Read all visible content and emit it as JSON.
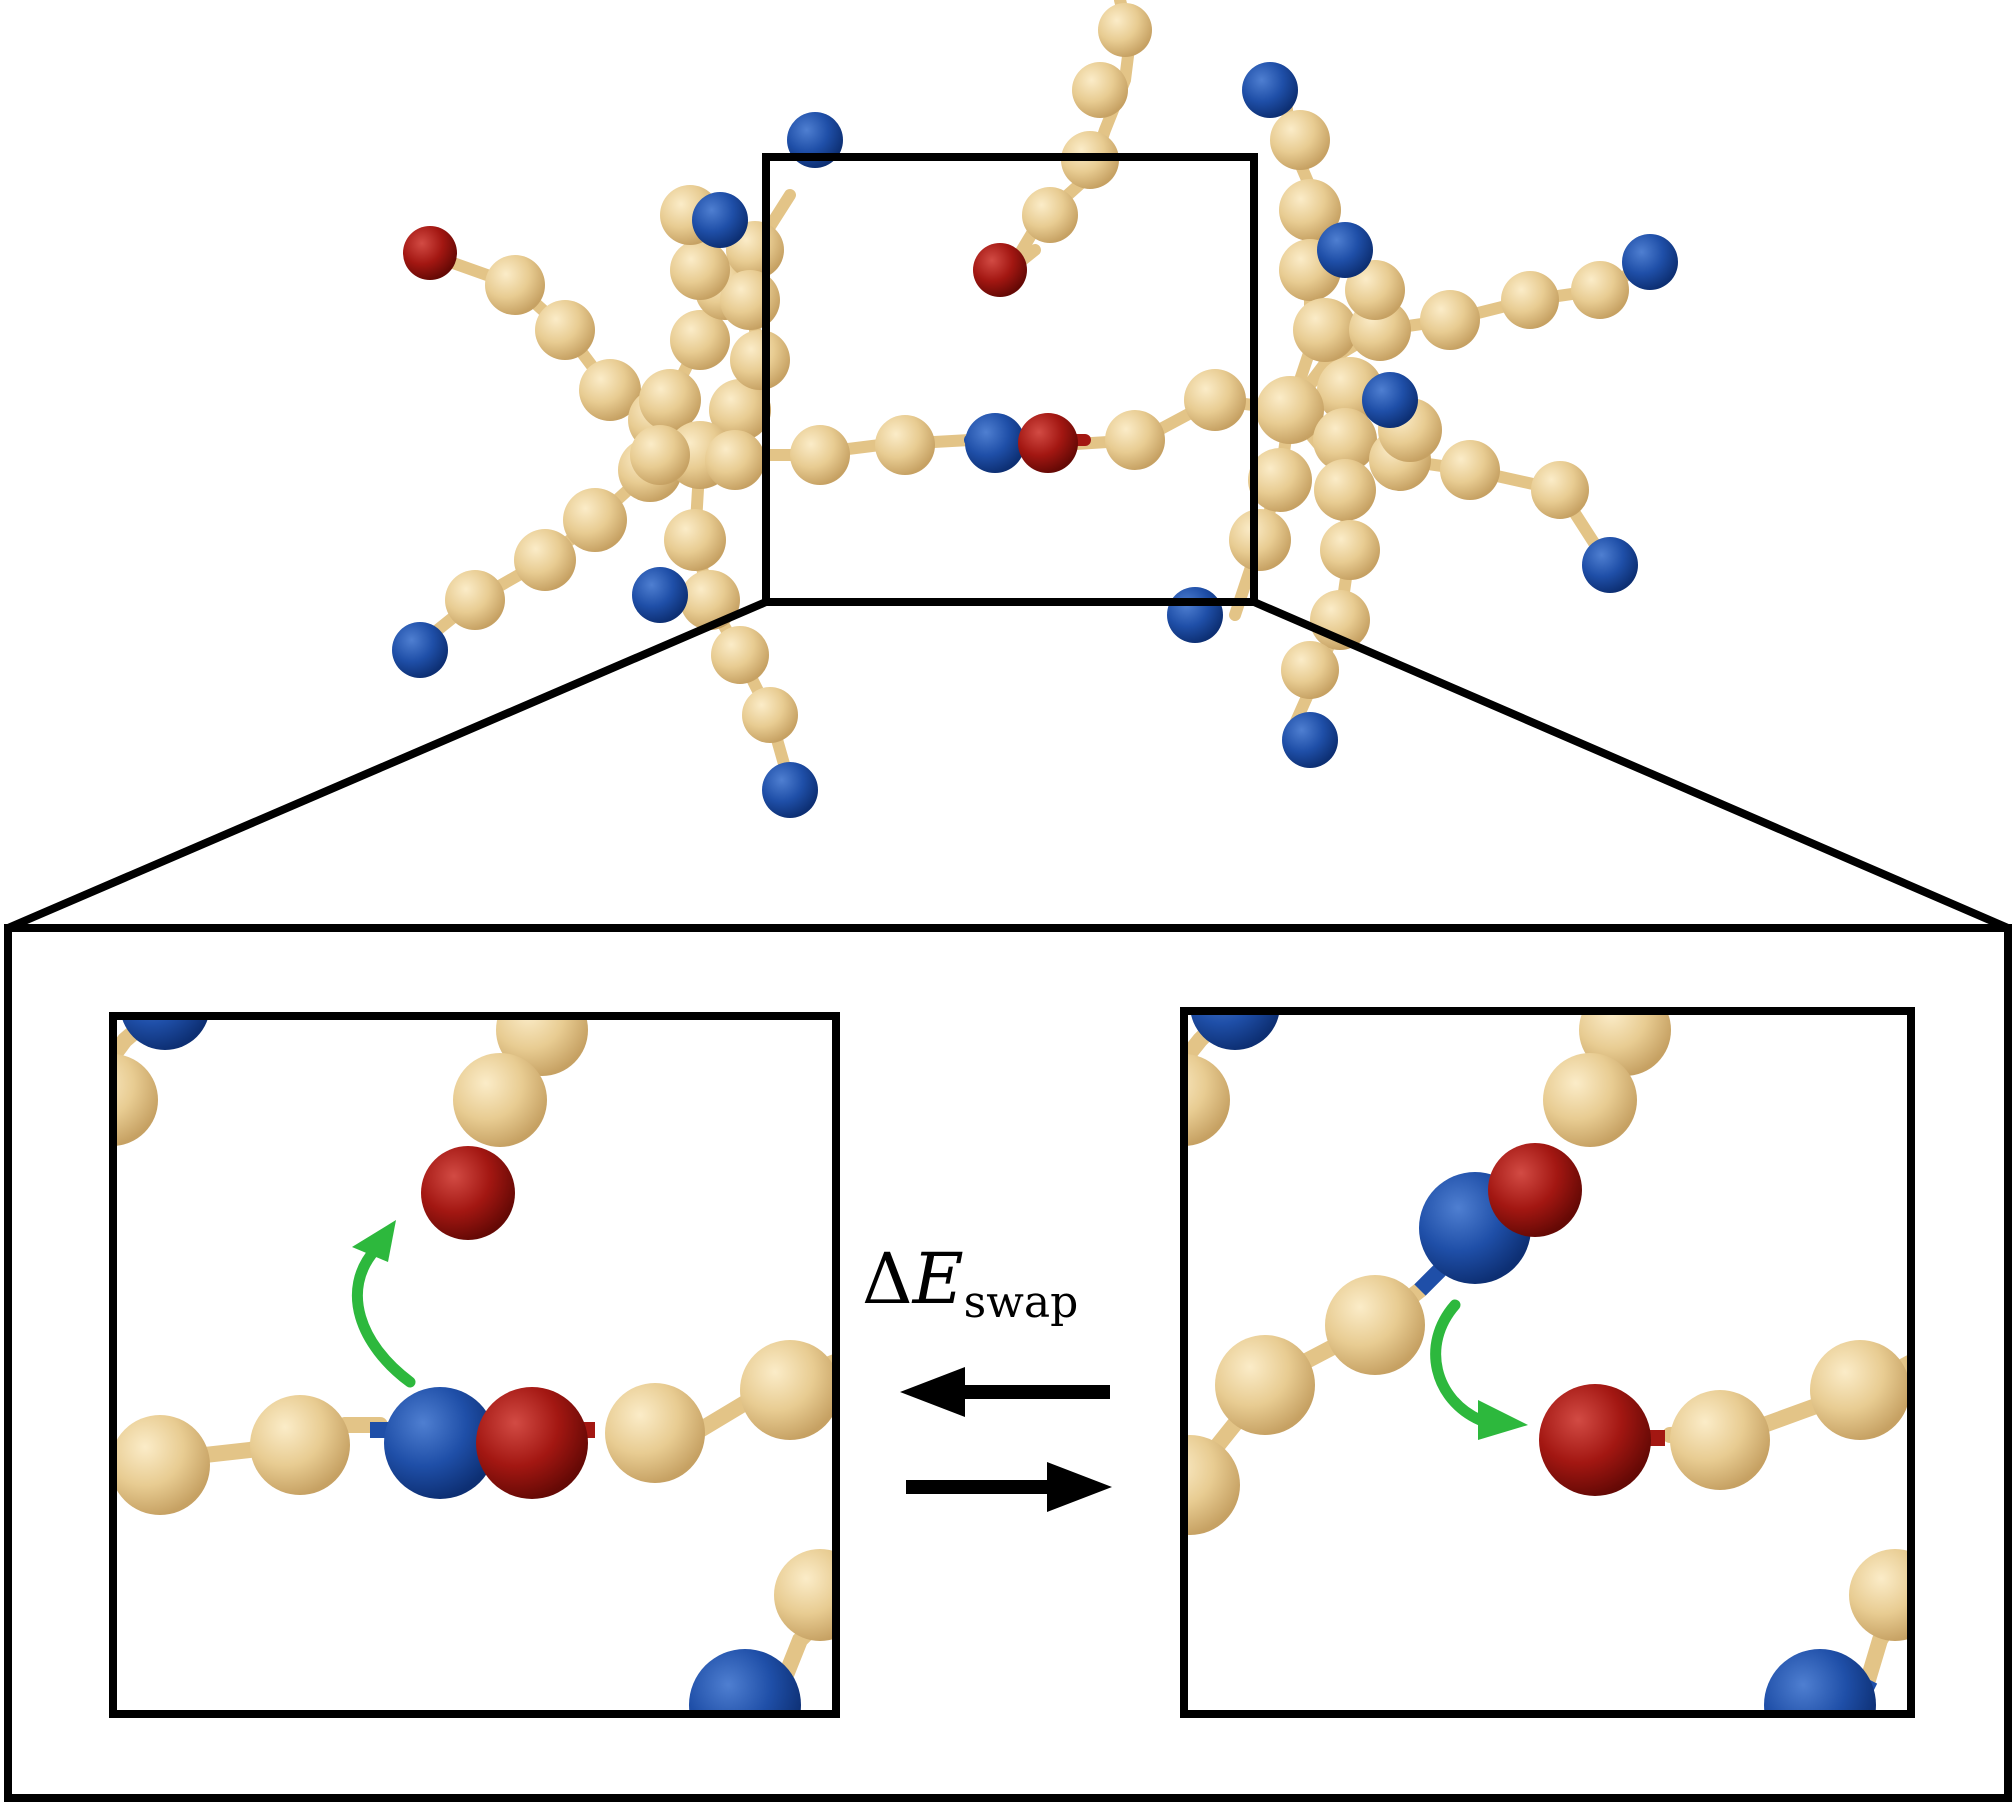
{
  "label": {
    "delta": "Δ",
    "energy": "E",
    "subscript": "swap"
  },
  "colors": {
    "bead": "#e6c98f",
    "bead_edge": "#c9a66a",
    "blue_end": "#1f4fa8",
    "red_end": "#a31712",
    "arrow_green": "#2db83d",
    "frame": "#000000"
  }
}
